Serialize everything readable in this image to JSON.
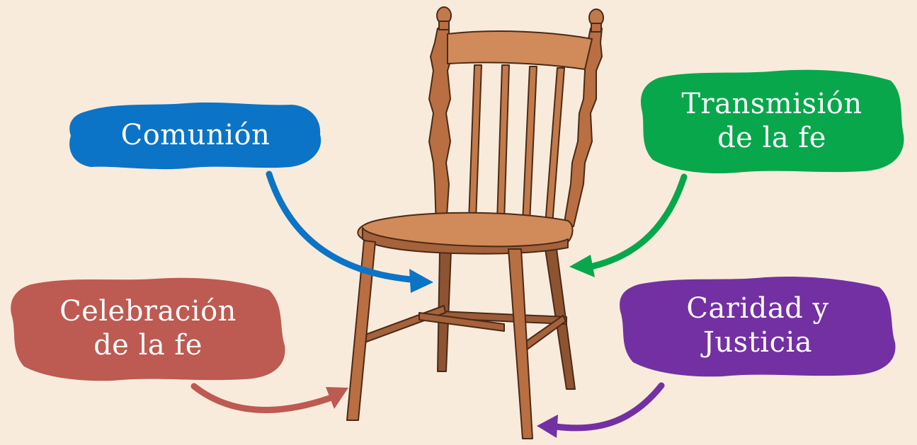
{
  "background_color": "#F8EBDB",
  "diagram": {
    "center": {
      "icon": "wooden-chair-icon"
    },
    "labels": {
      "comunion": {
        "lines": [
          "Comunión"
        ],
        "color": "#0B74C6"
      },
      "transmision": {
        "lines": [
          "Transmisión",
          "de la fe"
        ],
        "color": "#08A74B"
      },
      "celebracion": {
        "lines": [
          "Celebración",
          "de la fe"
        ],
        "color": "#BD5A51"
      },
      "caridad": {
        "lines": [
          "Caridad y",
          "Justicia"
        ],
        "color": "#7330A2"
      }
    },
    "chair_colors": {
      "wood": "#B96F42",
      "wood_light": "#D18A59",
      "wood_dark": "#8E5331",
      "outline": "#4A2A18"
    }
  }
}
